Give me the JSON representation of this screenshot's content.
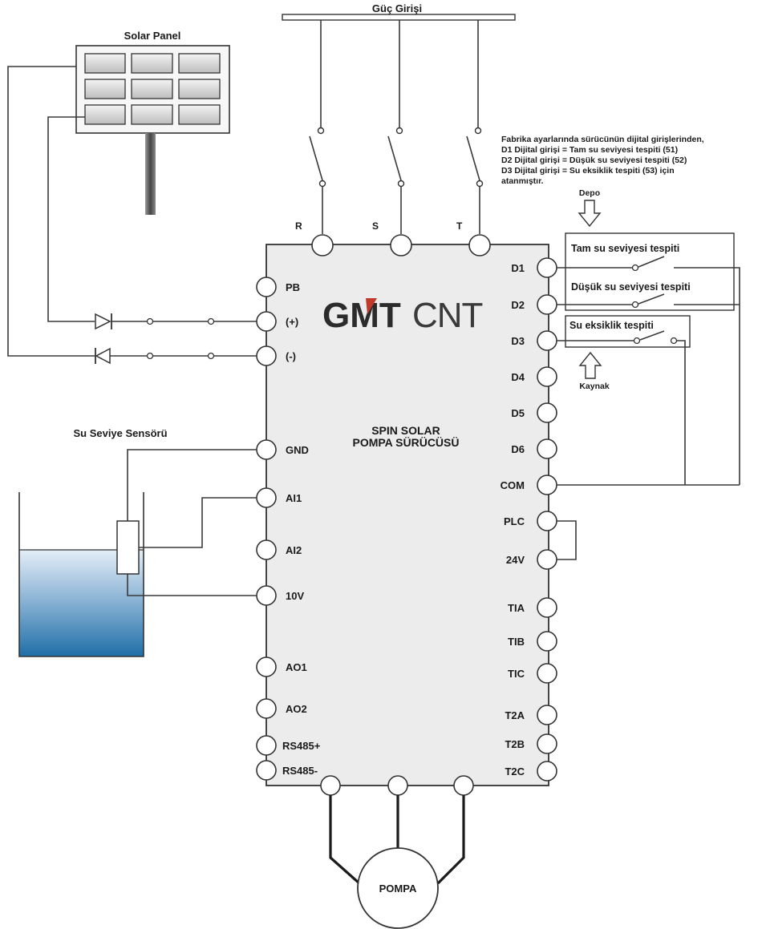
{
  "power_input": {
    "label": "Güç Girişi",
    "phases": [
      "R",
      "S",
      "T"
    ]
  },
  "solar_panel": {
    "label": "Solar Panel"
  },
  "logo": {
    "bold": "GMT",
    "light": "CNT"
  },
  "drive": {
    "title_line1": "SPIN SOLAR",
    "title_line2": "POMPA SÜRÜCÜSÜ"
  },
  "left_terminals": [
    "PB",
    "(+)",
    "(-)",
    "GND",
    "AI1",
    "AI2",
    "10V",
    "AO1",
    "AO2",
    "RS485+",
    "RS485-"
  ],
  "right_terminals": [
    "D1",
    "D2",
    "D3",
    "D4",
    "D5",
    "D6",
    "COM",
    "PLC",
    "24V",
    "TIA",
    "TIB",
    "TIC",
    "T2A",
    "T2B",
    "T2C"
  ],
  "note_lines": [
    "Fabrika ayarlarında sürücünün dijital girişlerinden,",
    "D1 Dijital girişi  = Tam su seviyesi tespiti (51)",
    "D2 Dijital girişi  = Düşük su seviyesi tespiti (52)",
    "D3 Dijital girişi  = Su eksiklik tespiti (53) için",
    "atanmıştır."
  ],
  "switches": {
    "full_level": "Tam su seviyesi tespiti",
    "low_level": "Düşük su seviyesi tespiti",
    "shortage": "Su eksiklik tespiti"
  },
  "depot_label": "Depo",
  "source_label": "Kaynak",
  "level_sensor_label": "Su Seviye Sensörü",
  "pump_label": "POMPA",
  "colors": {
    "wire": "#3a3a3a",
    "drive_fill": "#ececec",
    "water_top": "#d8e6f2",
    "water_bottom": "#1f6fa8"
  }
}
